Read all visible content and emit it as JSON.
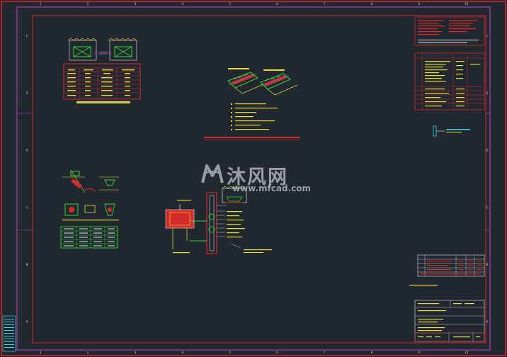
{
  "watermark": {
    "brand_cn": "沐风网",
    "url": "www.mfcad.com"
  },
  "colors": {
    "background": "#212830",
    "frame_red": "#d42a2a",
    "frame_magenta": "#c23bd0",
    "text_yellow": "#e9e13a",
    "line_green": "#2fd92f",
    "line_cyan": "#35d4e0",
    "line_white": "#e6e6e6"
  },
  "drawing": {
    "border_column_numbers": [
      "1",
      "2",
      "3",
      "4",
      "5",
      "6",
      "7",
      "8",
      "9",
      "10"
    ],
    "border_row_letters": [
      "F",
      "E",
      "D",
      "C",
      "B",
      "A"
    ]
  }
}
